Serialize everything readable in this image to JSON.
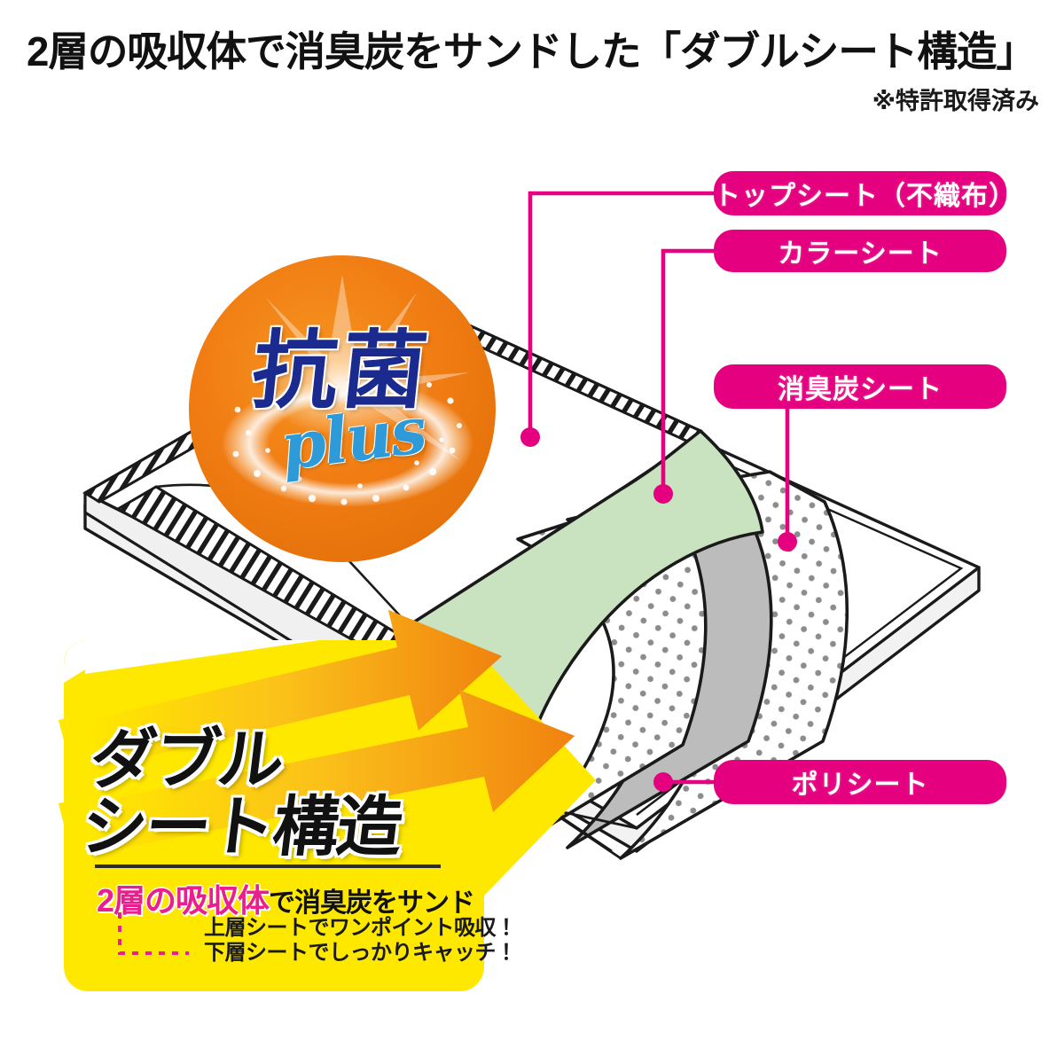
{
  "header": {
    "title": "2層の吸収体で消臭炭をサンドした「ダブルシート構造」",
    "patent_note": "※特許取得済み"
  },
  "badge": {
    "main_text": "抗菌",
    "sub_text": "plus",
    "circle_color": "#f07c13",
    "main_color": "#1b2a8f",
    "sub_color": "#2e9bd8"
  },
  "callouts": {
    "accent_color": "#e4007f",
    "items": [
      {
        "id": "top-sheet",
        "label": "トップシート（不織布）"
      },
      {
        "id": "color-sheet",
        "label": "カラーシート"
      },
      {
        "id": "charcoal",
        "label": "消臭炭シート"
      },
      {
        "id": "poly-sheet",
        "label": "ポリシート"
      }
    ]
  },
  "banner": {
    "bg_color": "#ffe800",
    "title_line1": "ダブル",
    "title_line2": "シート構造",
    "subtitle_highlight": "2層の吸収体",
    "subtitle_rest": "で消臭炭をサンド",
    "highlight_color": "#ea1f8d",
    "detail_line1": "上層シートでワンポイント吸収！",
    "detail_line2": "下層シートでしっかりキャッチ！"
  },
  "diagram": {
    "layer_colors": {
      "color_sheet_green": "#c9e2bf",
      "charcoal_gray": "#bcbcbc",
      "absorbent_white": "#ffffff",
      "absorbent_dot": "#8c8c8c",
      "outline": "#1a1a1a",
      "arrow_start": "#ffe800",
      "arrow_end": "#f07c13"
    },
    "arrow_count": 2
  }
}
